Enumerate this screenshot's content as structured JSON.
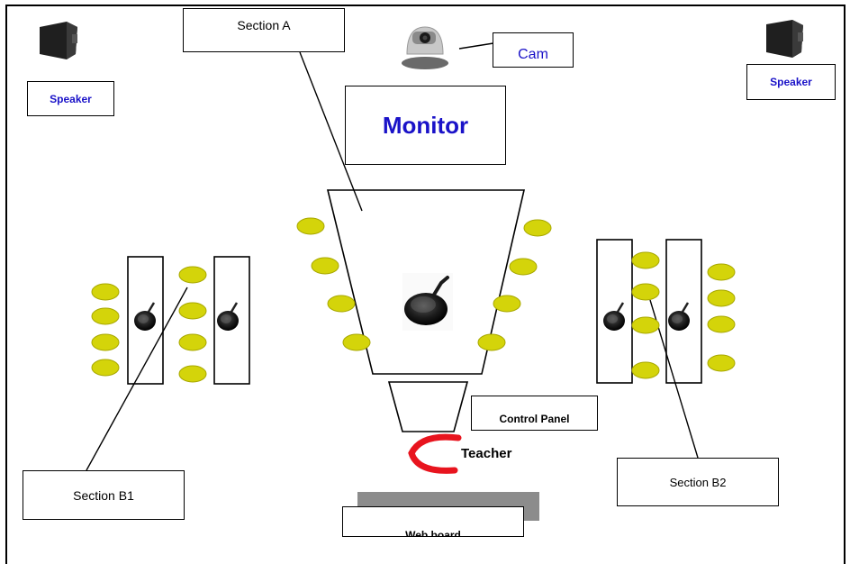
{
  "labels": {
    "section_a": "Section A",
    "cam": "Cam",
    "speaker_left": "Speaker",
    "speaker_right": "Speaker",
    "monitor": "Monitor",
    "control_panel": "Control  Panel",
    "teacher": "Teacher",
    "section_b1": "Section B1",
    "section_b2": "Section B2",
    "web_board": "Web board"
  },
  "colors": {
    "label_blue": "#1a12c8",
    "seat_fill": "#d4d40a",
    "seat_stroke": "#a8a800",
    "teacher_red": "#e8141e",
    "board_gray": "#8c8c8c"
  },
  "icons": {
    "speaker": "speaker-icon",
    "camera": "camera-icon",
    "microphone": "microphone-icon",
    "teacher": "teacher-arc-icon"
  }
}
